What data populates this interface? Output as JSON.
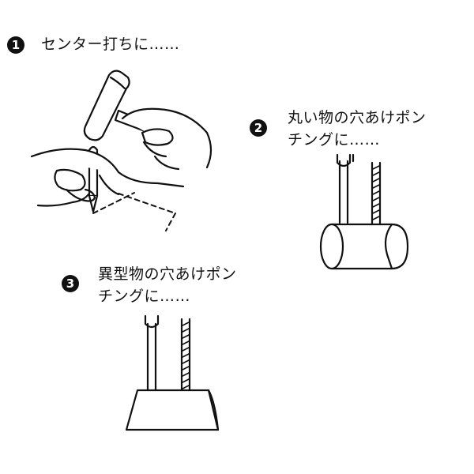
{
  "steps": [
    {
      "number": "1",
      "caption_lines": [
        "センター打ちに……"
      ]
    },
    {
      "number": "2",
      "caption_lines": [
        "丸い物の穴あけポン",
        "チングに……"
      ]
    },
    {
      "number": "3",
      "caption_lines": [
        "異型物の穴あけポン",
        "チングに……"
      ]
    }
  ],
  "colors": {
    "ink": "#111111",
    "paper": "#ffffff"
  }
}
